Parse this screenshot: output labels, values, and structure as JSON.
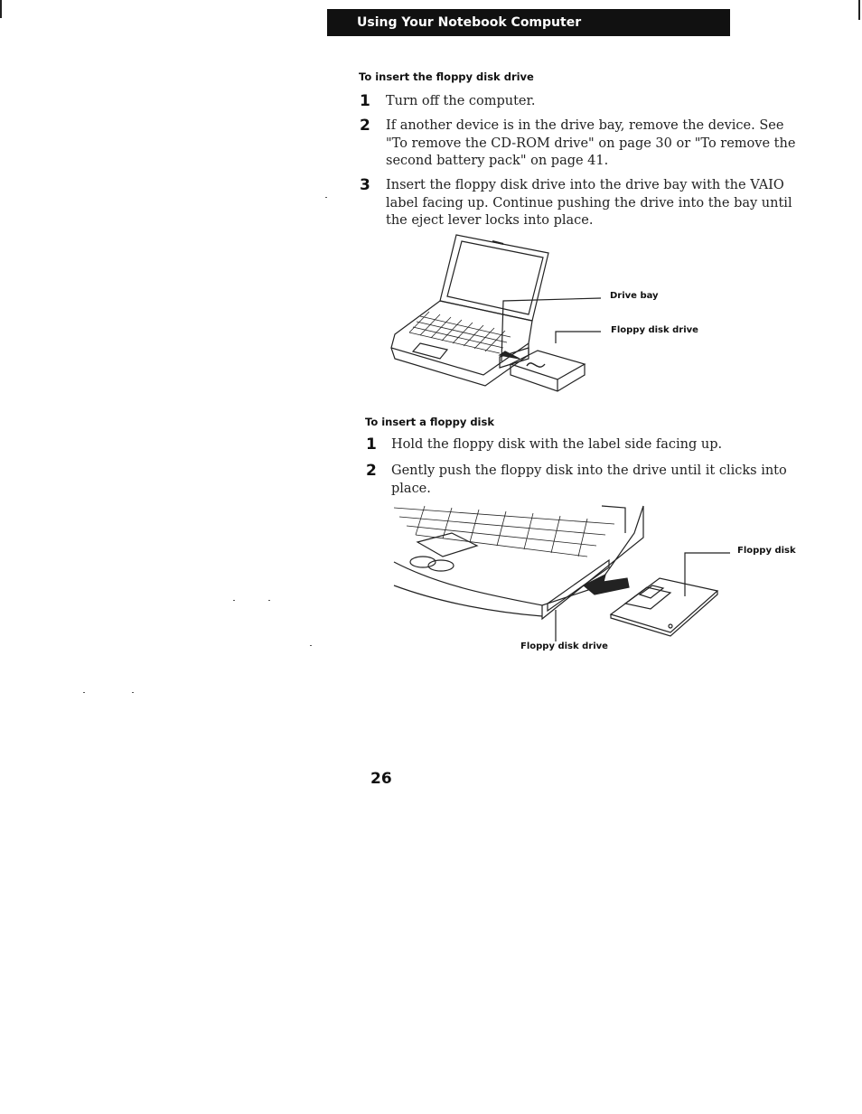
{
  "header": {
    "title": "Using Your Notebook Computer"
  },
  "section1": {
    "heading": "To insert the floppy disk drive",
    "steps": [
      {
        "num": "1",
        "text": "Turn off the computer."
      },
      {
        "num": "2",
        "text": "If another device is in the drive bay, remove the device. See \"To remove the CD-ROM drive\" on page 30 or \"To remove the second battery pack\" on page 41."
      },
      {
        "num": "3",
        "text": "Insert the floppy disk drive into the drive bay with the VAIO label facing up. Continue pushing the drive into the bay until the eject lever locks into place."
      }
    ],
    "figure": {
      "callouts": {
        "drive_bay": "Drive bay",
        "floppy_disk_drive": "Floppy disk drive"
      }
    }
  },
  "section2": {
    "heading": "To insert a floppy disk",
    "steps": [
      {
        "num": "1",
        "text": "Hold the floppy disk with the label side facing up."
      },
      {
        "num": "2",
        "text": "Gently push the floppy disk into the drive until it clicks into place."
      }
    ],
    "figure": {
      "callouts": {
        "floppy_disk": "Floppy disk",
        "floppy_disk_drive": "Floppy disk drive"
      }
    }
  },
  "footer": {
    "page_number": "26"
  },
  "colors": {
    "header_bg": "#111111",
    "header_text": "#ffffff",
    "text": "#1a1a1a"
  }
}
